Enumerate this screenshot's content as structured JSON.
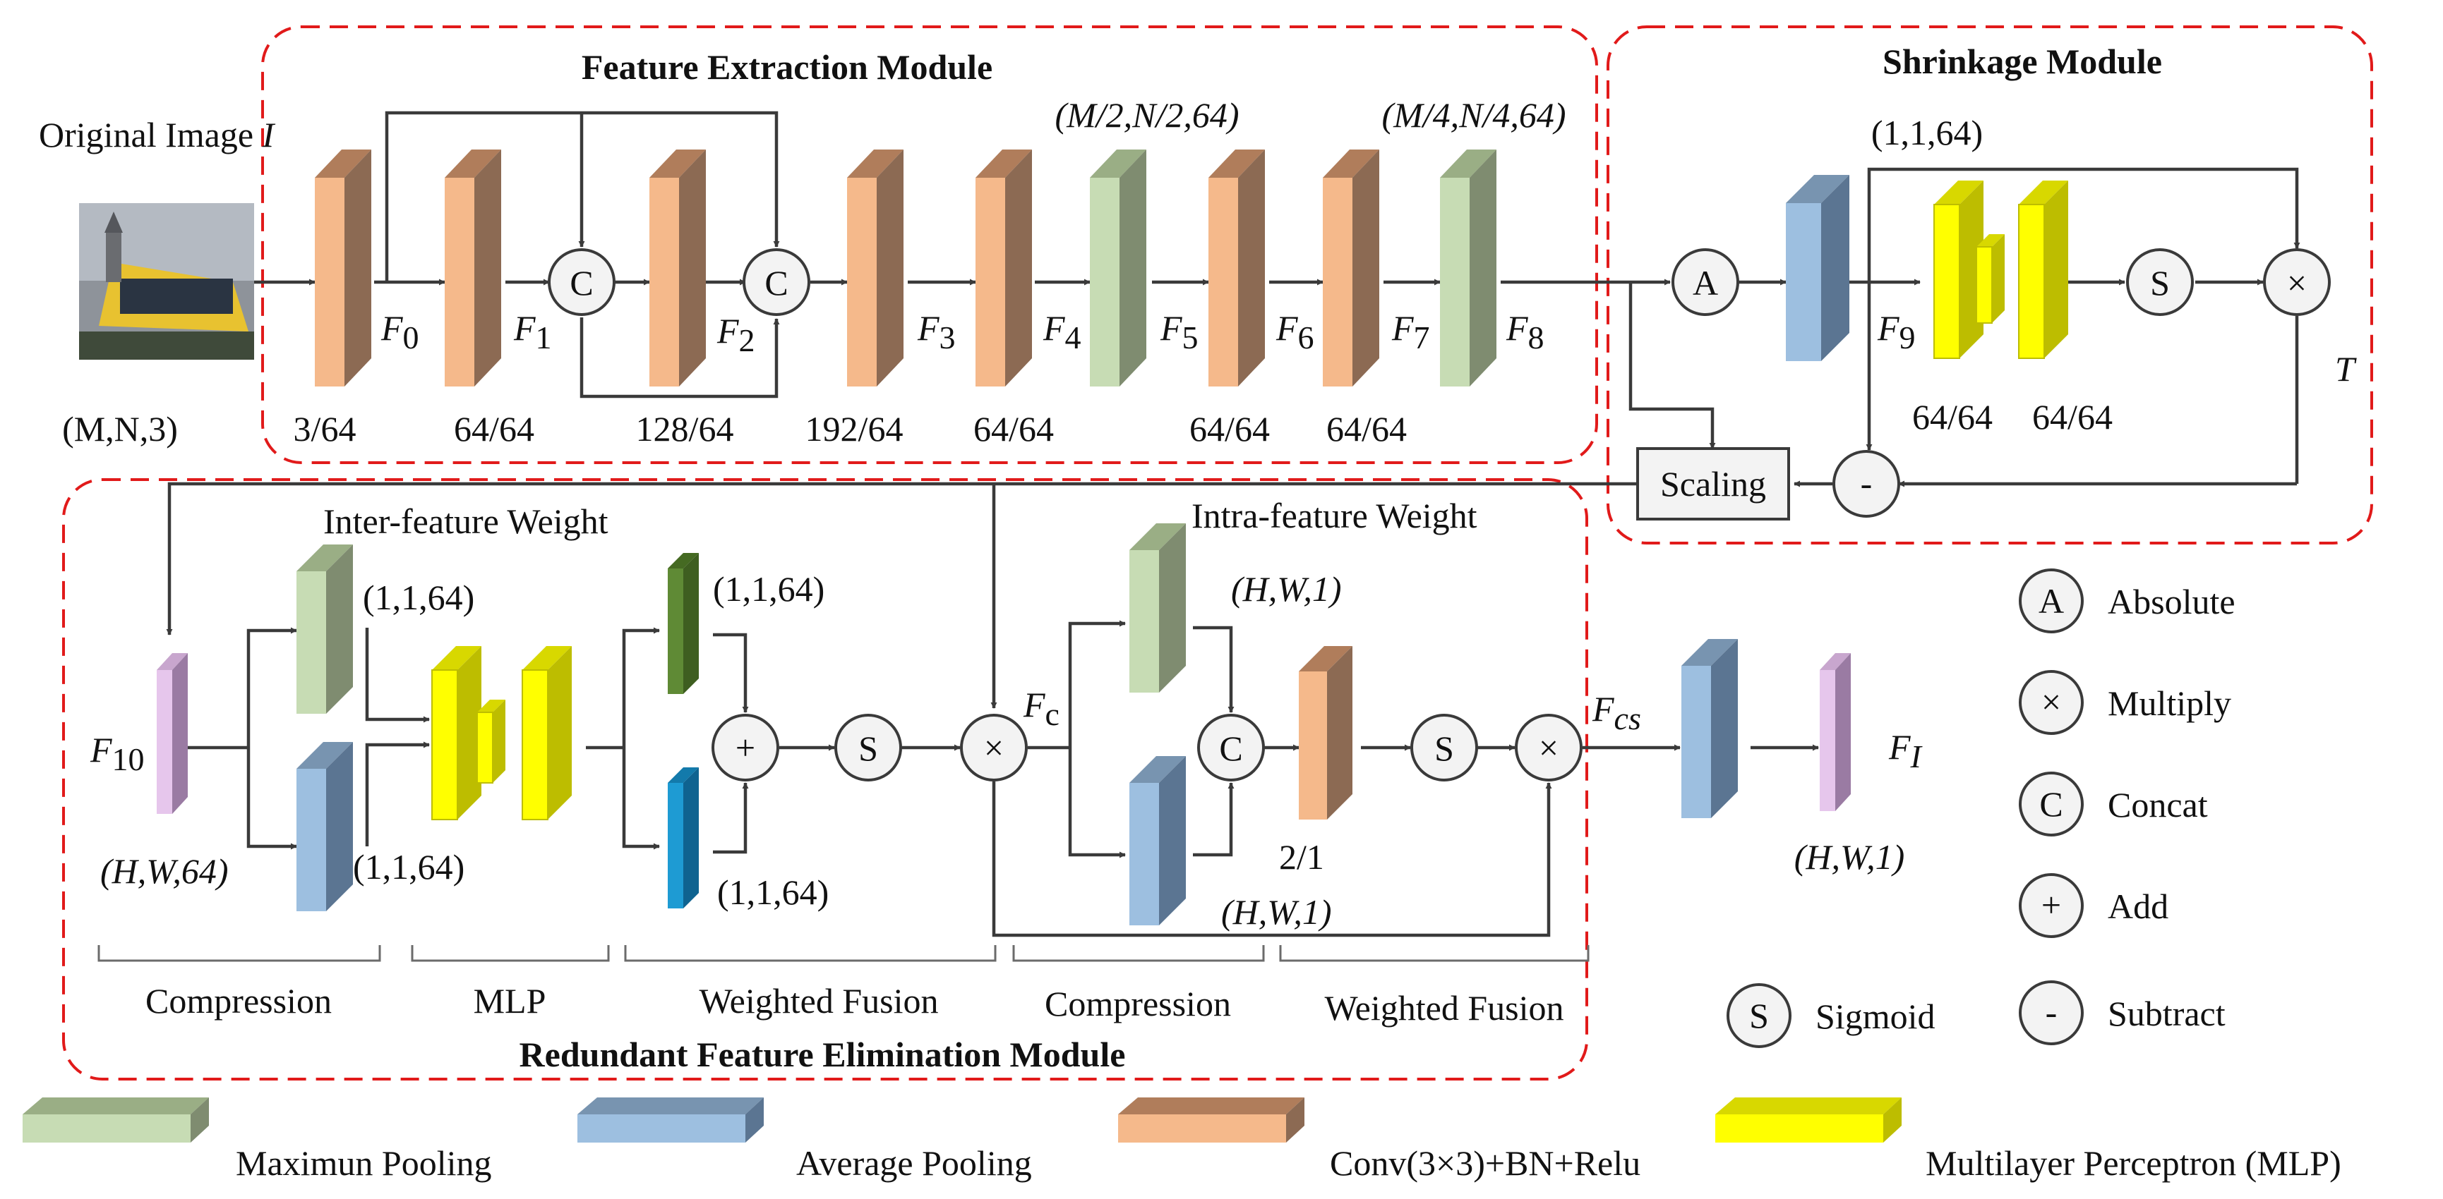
{
  "colors": {
    "conv": "#F5B98B",
    "conv_side": "#8C6A53",
    "conv_top": "#B07D5B",
    "max": "#C7DCB4",
    "max_side": "#7F8C70",
    "avg": "#9DBFE0",
    "avg_side": "#5B7592",
    "mlp": "#FFFF00",
    "mlp_side": "#BDBD00",
    "inter_max": "#5F8A35",
    "inter_avg": "#1E9BD3",
    "purple": "#E6C6EC",
    "purple_side": "#9A7BA3",
    "module_border": "#E11A1A",
    "line": "#3A3A3A"
  },
  "modules": {
    "feature_extraction": "Feature Extraction Module",
    "shrinkage": "Shrinkage Module",
    "redundant": "Redundant Feature Elimination Module"
  },
  "input": {
    "label": "Original Image ",
    "label_var": "I",
    "shape": "(M,N,3)"
  },
  "feature_labels": {
    "f0": "F",
    "f0_sub": "0",
    "f1": "F",
    "f1_sub": "1",
    "f2": "F",
    "f2_sub": "2",
    "f3": "F",
    "f3_sub": "3",
    "f4": "F",
    "f4_sub": "4",
    "f5": "F",
    "f5_sub": "5",
    "f6": "F",
    "f6_sub": "6",
    "f7": "F",
    "f7_sub": "7",
    "f8": "F",
    "f8_sub": "8",
    "f9": "F",
    "f9_sub": "9",
    "f10": "F",
    "f10_sub": "10",
    "fc": "F",
    "fc_sub": "c",
    "fcs": "F",
    "fcs_sub": "cs",
    "fi": "F",
    "fi_sub": "I",
    "t": "T"
  },
  "channels": {
    "c1": "3/64",
    "c2": "64/64",
    "c3": "128/64",
    "c4": "192/64",
    "c5": "64/64",
    "c6": "64/64",
    "c7": "64/64",
    "mlp1": "64/64",
    "mlp2": "64/64",
    "conv_small": "2/1"
  },
  "shapes": {
    "m2": "(M/2,N/2,64)",
    "m4": "(M/4,N/4,64)",
    "s111_64": "(1,1,64)",
    "hw1": "(H,W,1)",
    "hw64": "(H,W,64)"
  },
  "ops": {
    "A": "A",
    "C": "C",
    "S": "S",
    "X": "×",
    "P": "+",
    "M": "-"
  },
  "scaling": "Scaling",
  "weights": {
    "inter": "Inter-feature Weight",
    "intra": "Intra-feature Weight"
  },
  "stages": {
    "compression1": "Compression",
    "mlp": "MLP",
    "fusion1": "Weighted Fusion",
    "compression2": "Compression",
    "fusion2": "Weighted Fusion"
  },
  "op_legend": [
    {
      "sym": "A",
      "label": "Absolute"
    },
    {
      "sym": "×",
      "label": "Multiply"
    },
    {
      "sym": "C",
      "label": "Concat"
    },
    {
      "sym": "+",
      "label": "Add"
    },
    {
      "sym": "-",
      "label": "Subtract"
    },
    {
      "sym": "S",
      "label": "Sigmoid"
    }
  ],
  "block_legend": [
    {
      "label": "Maximun Pooling"
    },
    {
      "label": "Average Pooling"
    },
    {
      "label": "Conv(3×3)+BN+Relu"
    },
    {
      "label": "Multilayer Perceptron (MLP)"
    }
  ]
}
